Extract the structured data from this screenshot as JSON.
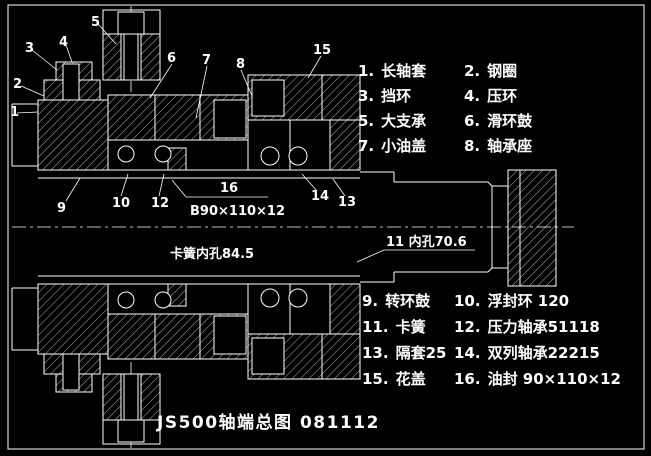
{
  "title": "JS500轴端总图 081112",
  "colors": {
    "background": "#000000",
    "line": "#ffffff",
    "text": "#ffffff"
  },
  "callouts": {
    "c1": "1",
    "c2": "2",
    "c3": "3",
    "c4": "4",
    "c5": "5",
    "c6": "6",
    "c7": "7",
    "c8": "8",
    "c9": "9",
    "c10": "10",
    "c12": "12",
    "c13": "13",
    "c14": "14",
    "c15": "15",
    "c16": "16"
  },
  "annotations": {
    "seal_size": "B90×110×12",
    "circlip_bore": "卡簧内孔84.5",
    "bore": "11 内孔70.6"
  },
  "parts_list_top": [
    {
      "num": "1.",
      "name": "长轴套"
    },
    {
      "num": "2.",
      "name": "钢圈"
    },
    {
      "num": "3.",
      "name": "挡环"
    },
    {
      "num": "4.",
      "name": "压环"
    },
    {
      "num": "5.",
      "name": "大支承"
    },
    {
      "num": "6.",
      "name": "滑环鼓"
    },
    {
      "num": "7.",
      "name": "小油盖"
    },
    {
      "num": "8.",
      "name": "轴承座"
    }
  ],
  "parts_list_bottom": [
    {
      "num": "9.",
      "name": "转环鼓"
    },
    {
      "num": "10.",
      "name": "浮封环 120"
    },
    {
      "num": "11.",
      "name": "卡簧"
    },
    {
      "num": "12.",
      "name": "压力轴承51118"
    },
    {
      "num": "13.",
      "name": "隔套25"
    },
    {
      "num": "14.",
      "name": "双列轴承22215"
    },
    {
      "num": "15.",
      "name": "花盖"
    },
    {
      "num": "16.",
      "name": "油封 90×110×12"
    }
  ]
}
